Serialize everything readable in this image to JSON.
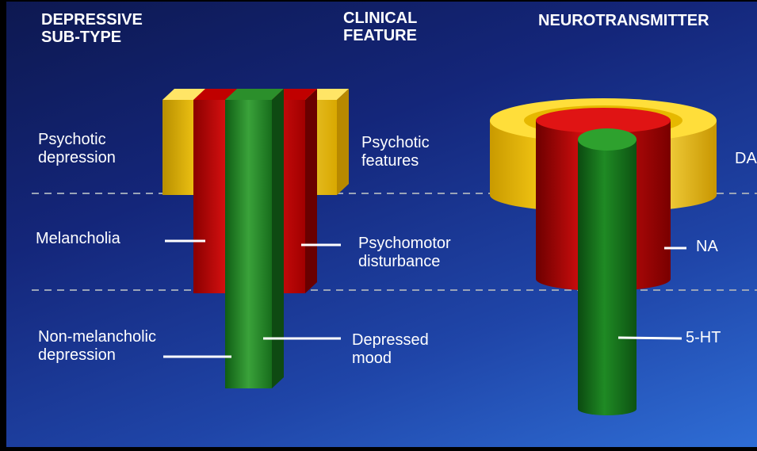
{
  "headers": {
    "subtype": [
      "DEPRESSIVE",
      "SUB-TYPE"
    ],
    "clinical": [
      "CLINICAL",
      "FEATURE"
    ],
    "neuro": "NEUROTRANSMITTER"
  },
  "subtypes": [
    "Psychotic\ndepression",
    "Melancholia",
    "Non-melancholic\ndepression"
  ],
  "features": [
    "Psychotic\nfeatures",
    "Psychomotor\ndisturbance",
    "Depressed\nmood"
  ],
  "transmitters": [
    "DA",
    "NA",
    "5-HT"
  ],
  "colors": {
    "psychotic": "#f2c200",
    "melancholic": "#d40000",
    "mood": "#1e8a1e",
    "divider": "#9aa4b8"
  }
}
